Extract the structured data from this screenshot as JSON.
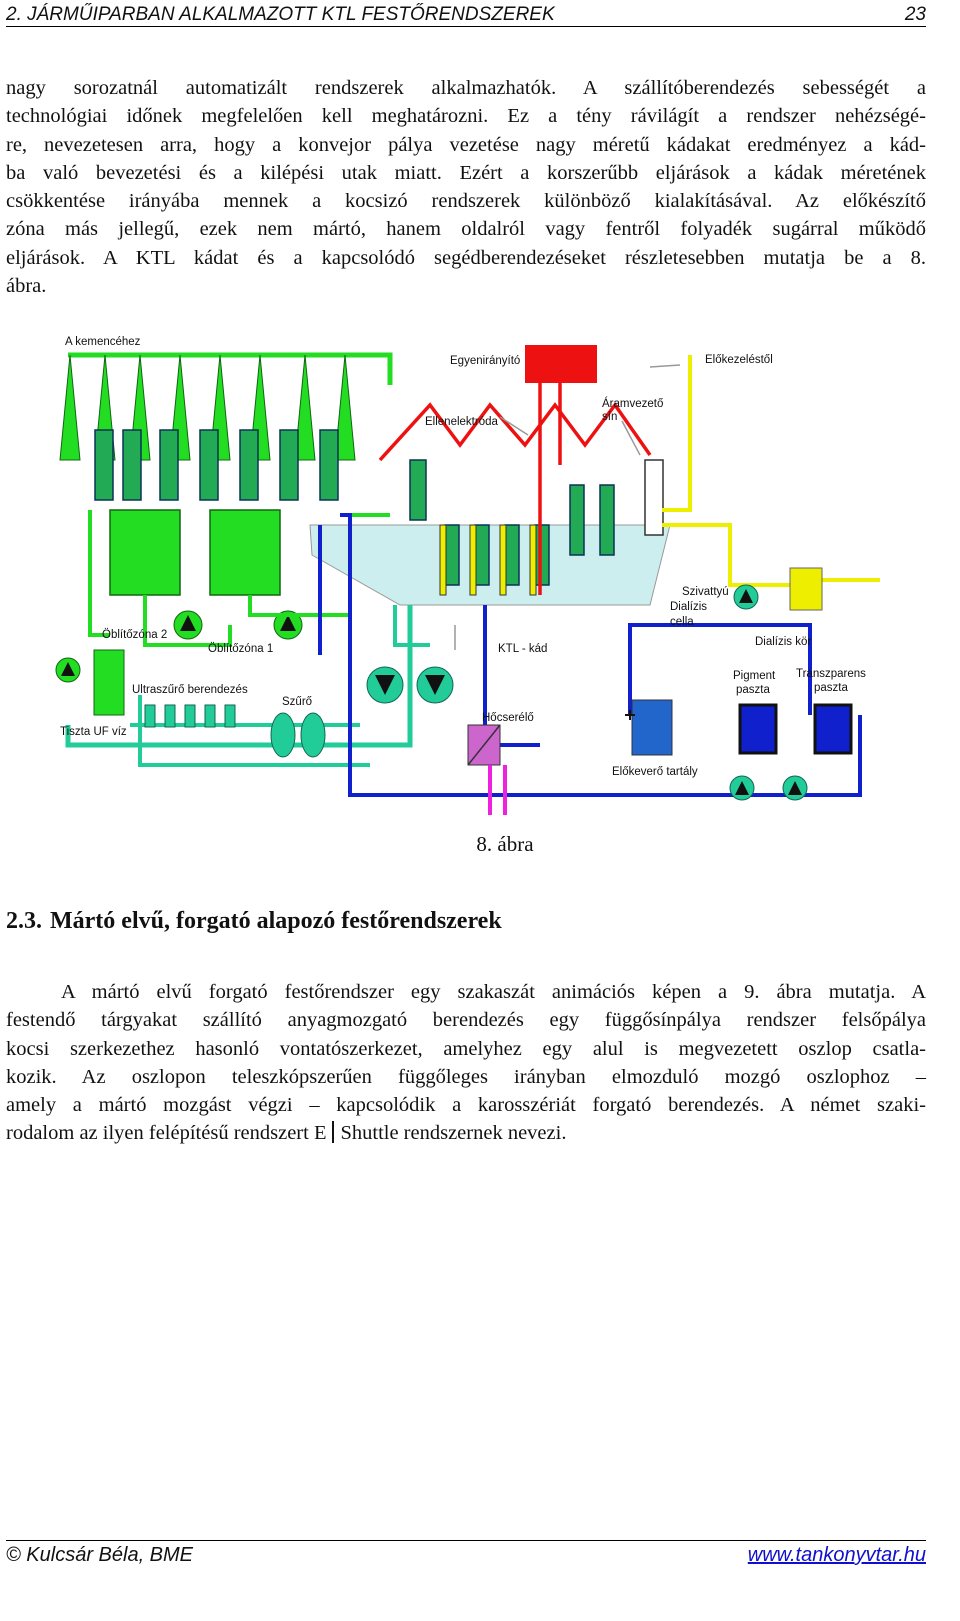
{
  "header": {
    "chapter": "2. JÁRMŰIPARBAN ALKALMAZOTT KTL FESTŐRENDSZEREK",
    "page_number": "23"
  },
  "paragraph1": [
    "nagy sorozatnál automatizált rendszerek alkalmazhatók. A szállítóberendezés sebességét a",
    "technológiai időnek megfelelően kell meghatározni. Ez a tény rávilágít a rendszer nehézségé-",
    "re, nevezetesen arra, hogy a konvejor pálya vezetése nagy méretű kádakat eredményez a kád-",
    "ba való bevezetési és a kilépési utak miatt. Ezért a korszerűbb eljárások a kádak méretének",
    "csökkentése irányába mennek a kocsizó rendszerek különböző kialakításával. Az előkészítő",
    "zóna más jellegű, ezek nem mártó, hanem oldalról vagy fentről folyadék sugárral működő",
    "eljárások. A KTL kádat és a kapcsolódó segédberendezéseket részletesebben mutatja be a 8.",
    "ábra."
  ],
  "figure": {
    "labels": {
      "kemence": "A kemencéhez",
      "egyeniranyito": "Egyenirányító",
      "elokezelestol": "Előkezeléstől",
      "aramvezeto": "Áramvezető",
      "sin": "sín",
      "ellenelektroda": "Ellenelektróda",
      "szivattyu": "Szivattyú",
      "dializis": "Dialízis",
      "cella": "cella",
      "dializis_kor": "Dialízis kör",
      "oblitozona2": "Öblítőzóna 2",
      "oblitozona1": "Öblítőzóna 1",
      "ktl_kad": "KTL - kád",
      "ultraszuro": "Ultraszűrő berendezés",
      "szuro": "Szűrő",
      "tiszta_uf": "Tiszta UF víz",
      "hocserelo": "Hőcserélő",
      "pigment": "Pigment",
      "pigment2": "paszta",
      "transzparens": "Transzparens",
      "transzparens2": "paszta",
      "elokevero": "Előkeverő tartály"
    },
    "colors": {
      "green": "#22dd22",
      "teal": "#22cc99",
      "blue": "#1020cc",
      "red": "#ee1111",
      "yellow": "#eeee00",
      "magenta": "#ee22dd",
      "bath": "#cceeee"
    }
  },
  "caption": "8. ábra",
  "section": {
    "number": "2.3.",
    "title": "Mártó elvű, forgató alapozó festőrendszerek"
  },
  "paragraph2": [
    "A mártó elvű forgató festőrendszer egy szakaszát animációs képen a 9. ábra mutatja. A",
    "festendő tárgyakat szállító anyagmozgató berendezés egy függősínpálya rendszer felsőpálya",
    "kocsi szerkezethez hasonló vontatószerkezet, amelyhez egy alul is megvezetett oszlop csatla-",
    "kozik. Az oszlopon teleszkópszerűen függőleges irányban elmozduló mozgó oszlophoz –",
    "amely a mártó mozgást végzi – kapcsolódik a karosszériát forgató berendezés. A német szaki-"
  ],
  "paragraph2_last_before": "rodalom az ilyen felépítésű rendszert E",
  "paragraph2_last_after": "Shuttle rendszernek nevezi.",
  "footer": {
    "author": "© Kulcsár Béla, BME",
    "url": "www.tankonyvtar.hu"
  }
}
